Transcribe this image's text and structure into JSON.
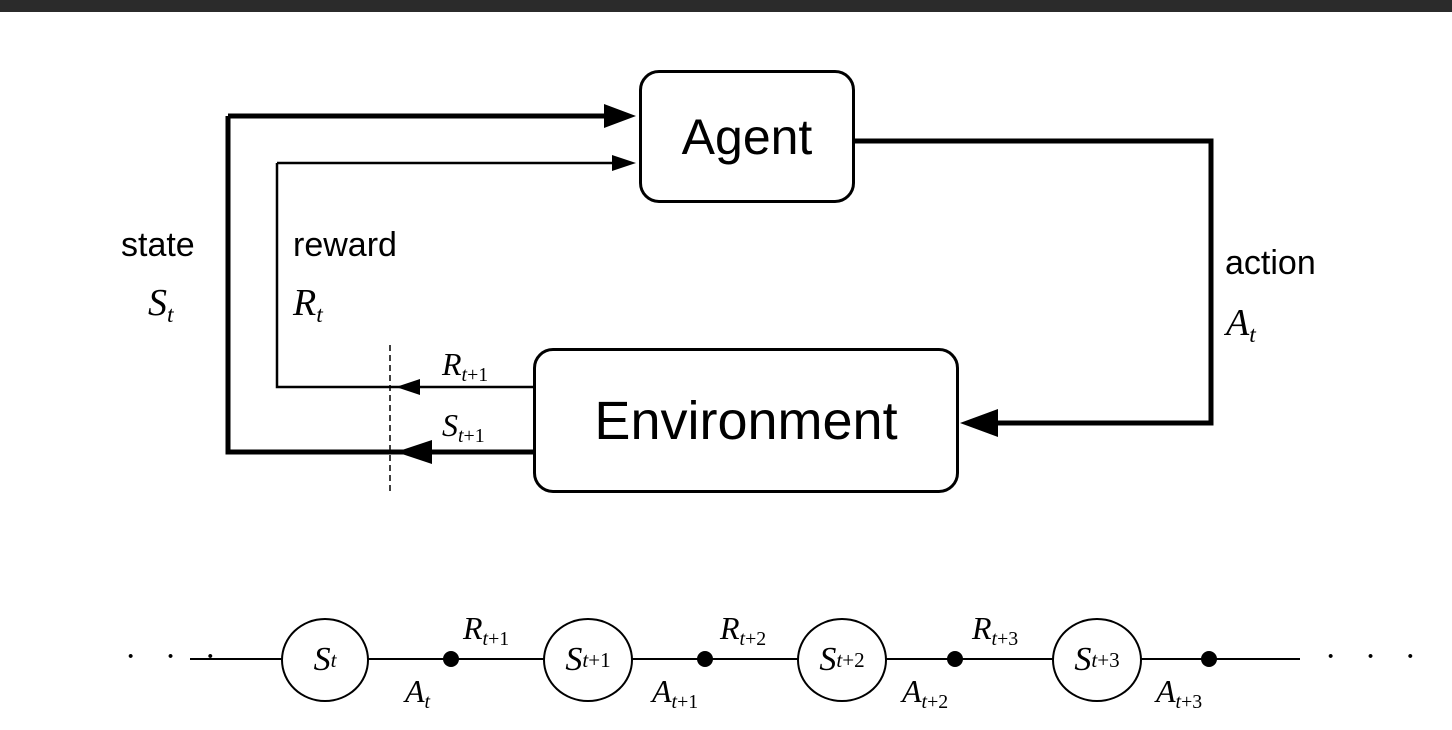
{
  "agent_label": "Agent",
  "environment_label": "Environment",
  "state": {
    "word": "state",
    "symbol": "S",
    "subscript": "t"
  },
  "reward": {
    "word": "reward",
    "symbol": "R",
    "subscript": "t"
  },
  "action": {
    "word": "action",
    "symbol": "A",
    "subscript": "t"
  },
  "feedback": {
    "reward_next": {
      "symbol": "R",
      "subscript_var": "t",
      "subscript_op": "+1"
    },
    "state_next": {
      "symbol": "S",
      "subscript_var": "t",
      "subscript_op": "+1"
    }
  },
  "trajectory": {
    "ellipsis": "· · ·",
    "states": [
      {
        "symbol": "S",
        "subscript_var": "t",
        "subscript_op": ""
      },
      {
        "symbol": "S",
        "subscript_var": "t",
        "subscript_op": "+1"
      },
      {
        "symbol": "S",
        "subscript_var": "t",
        "subscript_op": "+2"
      },
      {
        "symbol": "S",
        "subscript_var": "t",
        "subscript_op": "+3"
      }
    ],
    "actions": [
      {
        "symbol": "A",
        "subscript_var": "t",
        "subscript_op": ""
      },
      {
        "symbol": "A",
        "subscript_var": "t",
        "subscript_op": "+1"
      },
      {
        "symbol": "A",
        "subscript_var": "t",
        "subscript_op": "+2"
      },
      {
        "symbol": "A",
        "subscript_var": "t",
        "subscript_op": "+3"
      }
    ],
    "rewards": [
      {
        "symbol": "R",
        "subscript_var": "t",
        "subscript_op": "+1"
      },
      {
        "symbol": "R",
        "subscript_var": "t",
        "subscript_op": "+2"
      },
      {
        "symbol": "R",
        "subscript_var": "t",
        "subscript_op": "+3"
      }
    ]
  }
}
